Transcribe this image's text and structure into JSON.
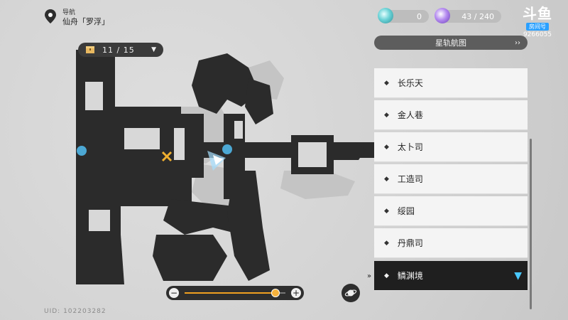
{
  "nav": {
    "label": "导航",
    "title": "仙舟「罗浮」"
  },
  "chest": {
    "count": "11 / 15"
  },
  "currency": {
    "oneiric": "0",
    "stellar": "43 / 240"
  },
  "star_rail_map_label": "星轨航图",
  "locations": [
    {
      "name": "长乐天"
    },
    {
      "name": "金人巷"
    },
    {
      "name": "太卜司"
    },
    {
      "name": "工造司"
    },
    {
      "name": "绥园"
    },
    {
      "name": "丹鼎司"
    },
    {
      "name": "鳞渊境"
    }
  ],
  "selected_location_index": 6,
  "zoom": {
    "level": 0.9
  },
  "uid_text": "UID: 102203282",
  "watermark": {
    "logo": "斗鱼",
    "tag": "房间号",
    "room_id": "9266055"
  },
  "colors": {
    "accent": "#49c8ff",
    "zoom_fill": "#f0a020",
    "map_walkable": "#2b2b2b",
    "map_bg": "#d2d2d2"
  },
  "icons": {
    "nav": "map-pin-icon",
    "chest": "treasure-chest-icon",
    "currency_1": "oneiric-shard-icon",
    "currency_2": "trailblaze-power-icon",
    "selected": "chevron-down-icon",
    "planet": "planet-icon",
    "player": "player-arrow-icon",
    "waypoint": "space-anchor-icon",
    "target": "target-cross-icon"
  }
}
